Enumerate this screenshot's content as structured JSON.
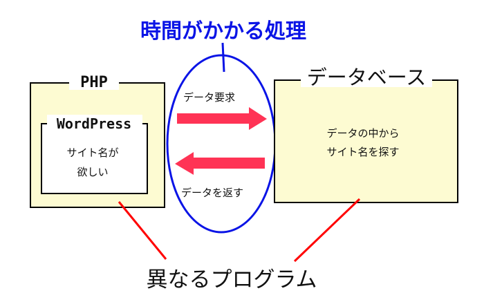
{
  "title": "時間がかかる処理",
  "php": {
    "label": "PHP"
  },
  "wordpress": {
    "label": "WordPress",
    "line1": "サイト名が",
    "line2": "欲しい"
  },
  "database": {
    "label": "データベース",
    "line1": "データの中から",
    "line2": "サイト名を探す"
  },
  "arrows": {
    "request": "データ要求",
    "response": "データを返す"
  },
  "footer": "異なるプログラム",
  "colors": {
    "box_fill": "#fdfbd2",
    "ellipse": "#0a14e6",
    "arrow": "#ff3355",
    "line": "#ff0000",
    "title": "#0a14e6"
  }
}
